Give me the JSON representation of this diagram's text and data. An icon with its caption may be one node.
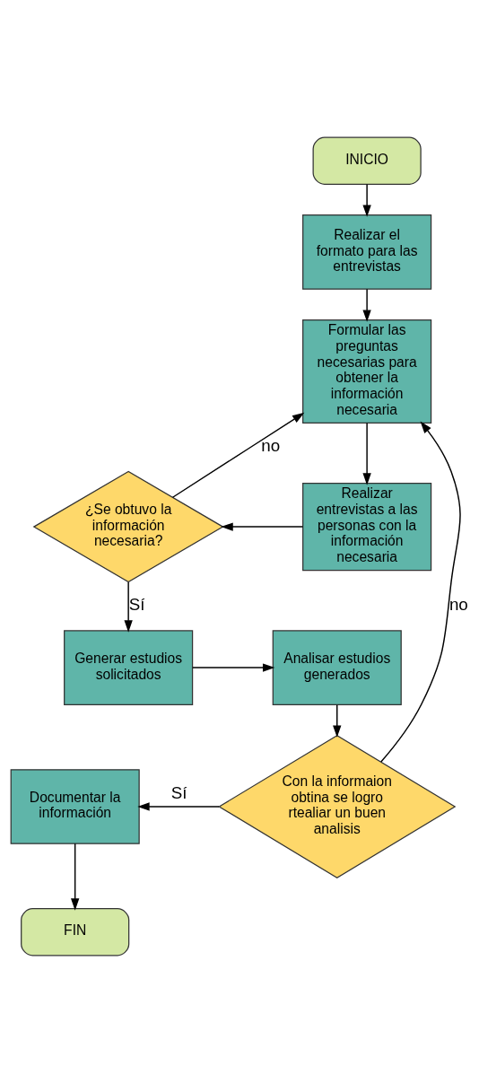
{
  "diagram": {
    "nodes": [
      {
        "text": [
          "INICIO"
        ]
      },
      {
        "text": [
          "Realizar el formato para las entrevistas"
        ]
      },
      {
        "text": [
          "Formular las preguntas necesarias para obtener la información necesaria"
        ]
      },
      {
        "text": [
          "Realizar entrevistas a las personas con la información necesaria"
        ]
      },
      {
        "text": [
          "¿Se obtuvo la información necesaria?"
        ]
      },
      {
        "text": [
          "Generar estudios solicitados"
        ]
      },
      {
        "text": [
          "Analisar estudios generados"
        ]
      },
      {
        "text": [
          "Con la informaion obtina se logro rtealiar un buen analisis"
        ]
      },
      {
        "text": [
          "Documentar la información"
        ]
      },
      {
        "text": [
          "FIN"
        ]
      }
    ],
    "edges": [
      {
        "from": 0,
        "to": 1,
        "arrow": "to"
      },
      {
        "from": 1,
        "to": 2,
        "arrow": "to"
      },
      {
        "from": 2,
        "to": 3,
        "arrow": "to"
      },
      {
        "from": 3,
        "to": 4,
        "arrow": "to"
      },
      {
        "from": 4,
        "to": 2,
        "arrow": "to",
        "label": "no"
      },
      {
        "from": 4,
        "to": 5,
        "arrow": "to",
        "label": "Sí"
      },
      {
        "from": 5,
        "to": 6,
        "arrow": "to"
      },
      {
        "from": 6,
        "to": 7,
        "arrow": "to"
      },
      {
        "from": 7,
        "to": 8,
        "arrow": "to",
        "label": "Sí"
      },
      {
        "from": 7,
        "to": 2,
        "arrow": "to",
        "label": "no"
      },
      {
        "from": 8,
        "to": 9,
        "arrow": "to"
      }
    ]
  }
}
